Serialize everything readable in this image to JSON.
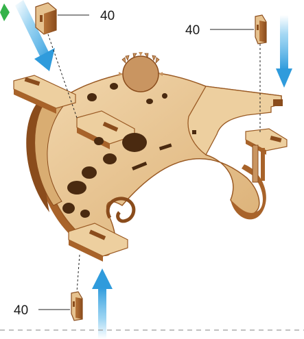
{
  "diagram": {
    "callouts": [
      {
        "id": "top-left-tab",
        "label": "40"
      },
      {
        "id": "top-right-tab",
        "label": "40"
      },
      {
        "id": "bottom-tab",
        "label": "40"
      }
    ],
    "colors": {
      "wood_light": "#e9c99a",
      "wood_mid": "#d8ae74",
      "wood_edge": "#9a5a24",
      "wood_dark": "#6b3a14",
      "arrow_blue": "#5bb8ea",
      "leader": "#222222",
      "green_marker": "#35b24a"
    },
    "icons": [
      "down-arrow-icon",
      "up-arrow-icon",
      "diagonal-arrow-icon"
    ]
  }
}
